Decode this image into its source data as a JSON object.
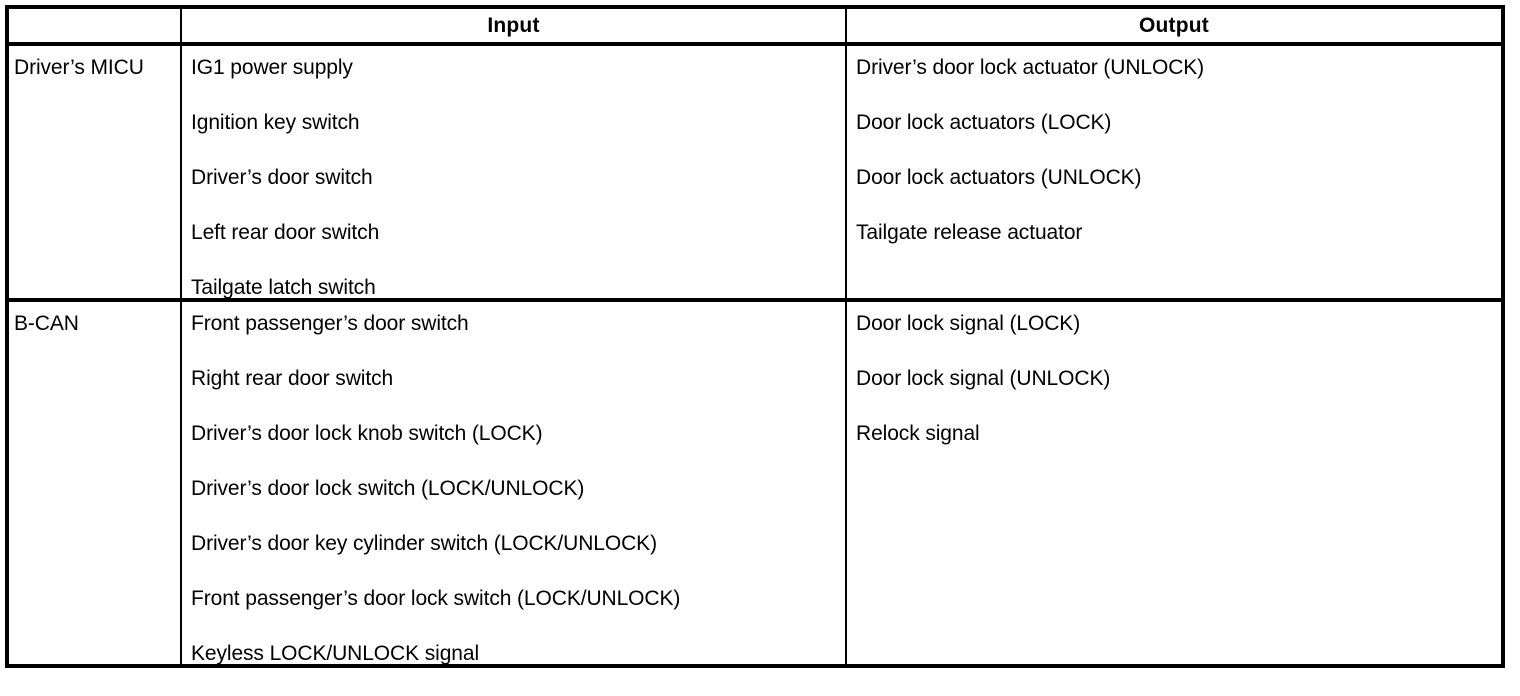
{
  "table": {
    "headers": {
      "category": "",
      "input": "Input",
      "output": "Output"
    },
    "rows": [
      {
        "category": "Driver’s MICU",
        "inputs": [
          "IG1 power supply",
          "Ignition key switch",
          "Driver’s door switch",
          "Left rear door switch",
          "Tailgate latch switch"
        ],
        "outputs": [
          "Driver’s door lock actuator (UNLOCK)",
          "Door lock actuators (LOCK)",
          "Door lock actuators (UNLOCK)",
          "Tailgate release actuator"
        ]
      },
      {
        "category": "B-CAN",
        "inputs": [
          "Front passenger’s door switch",
          "Right rear door switch",
          "Driver’s door lock knob switch (LOCK)",
          "Driver’s door lock switch (LOCK/UNLOCK)",
          "Driver’s door key cylinder switch (LOCK/UNLOCK)",
          "Front passenger’s door lock switch (LOCK/UNLOCK)",
          "Keyless LOCK/UNLOCK signal"
        ],
        "outputs": [
          "Door lock signal (LOCK)",
          "Door lock signal (UNLOCK)",
          "Relock signal"
        ]
      }
    ]
  },
  "colors": {
    "border": "#000000",
    "text": "#000000",
    "background": "#ffffff"
  }
}
